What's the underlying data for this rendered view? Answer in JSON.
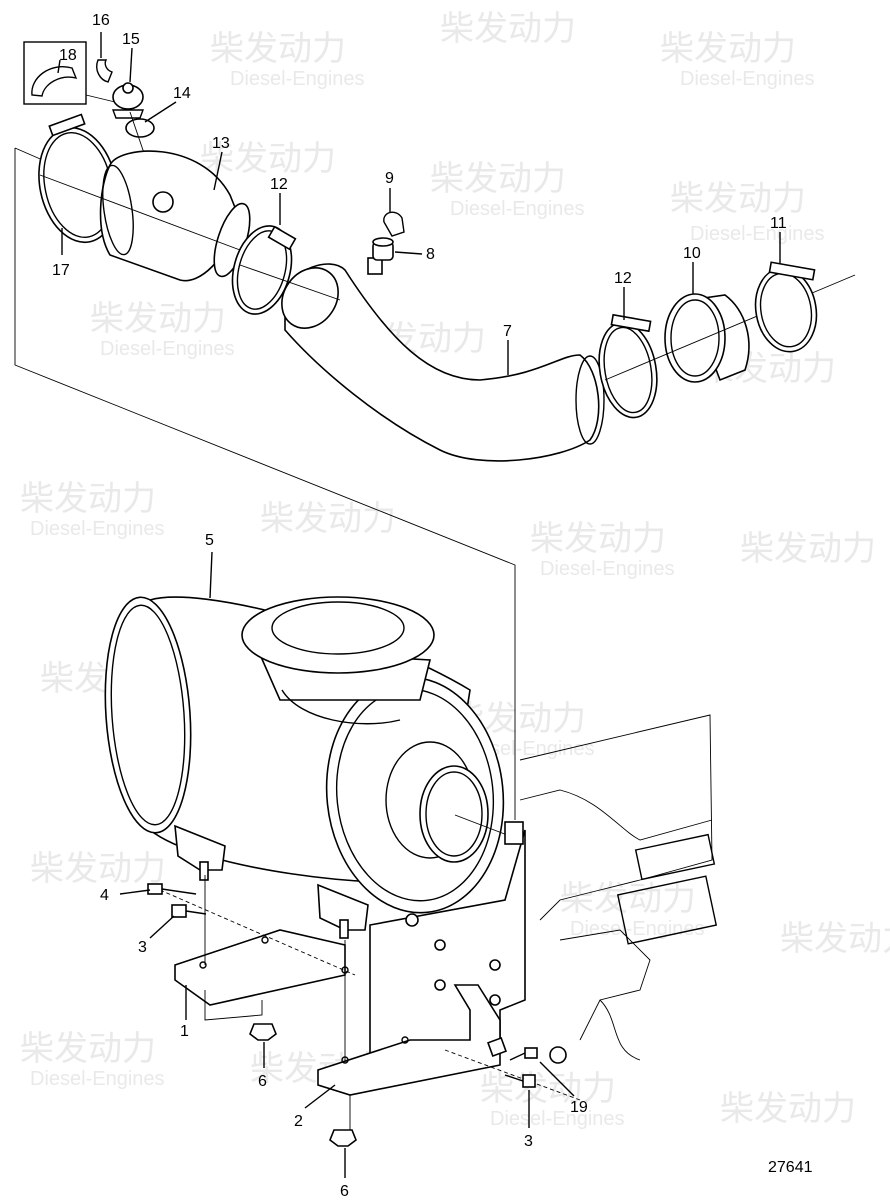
{
  "watermark": {
    "brand_cn": "柴发动力",
    "brand_en": "Diesel-Engines"
  },
  "diagram": {
    "drawing_number": "27641",
    "callouts": {
      "c1": "1",
      "c2": "2",
      "c3a": "3",
      "c3b": "3",
      "c4": "4",
      "c5": "5",
      "c6a": "6",
      "c6b": "6",
      "c7": "7",
      "c8": "8",
      "c9": "9",
      "c10": "10",
      "c11": "11",
      "c12a": "12",
      "c12b": "12",
      "c13": "13",
      "c14": "14",
      "c15": "15",
      "c16": "16",
      "c17": "17",
      "c18": "18",
      "c19": "19"
    }
  }
}
